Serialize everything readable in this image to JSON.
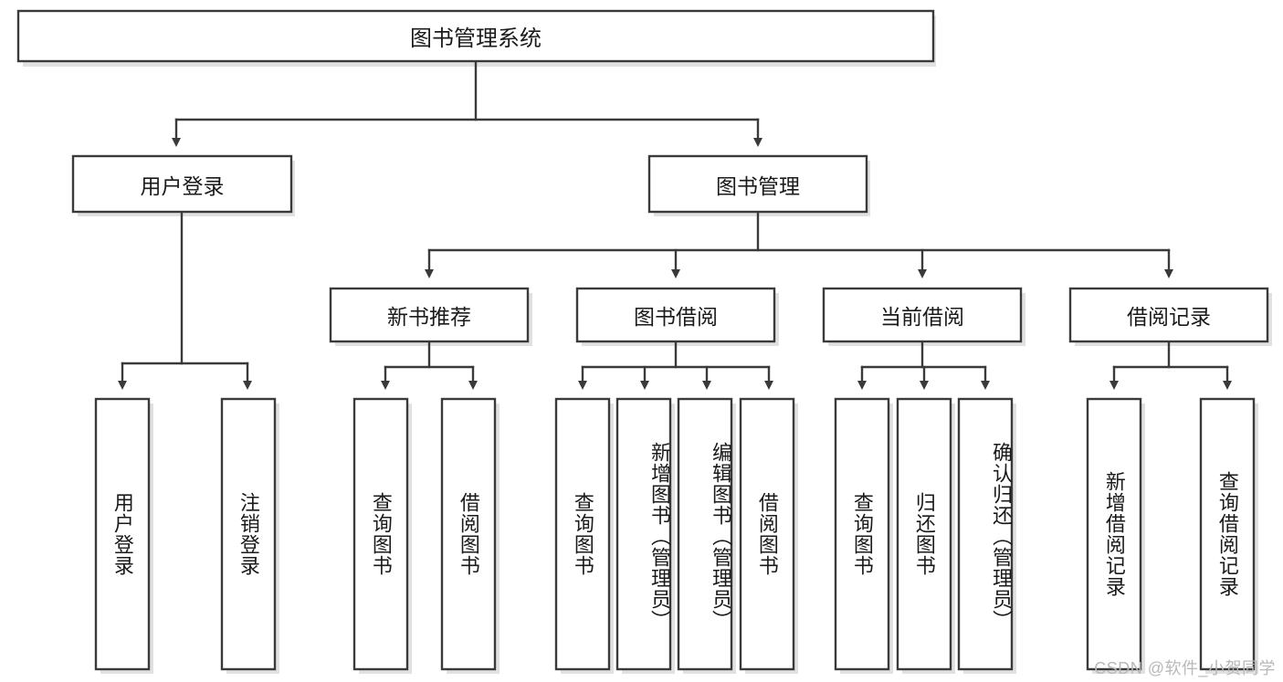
{
  "diagram": {
    "type": "tree",
    "title": "图书管理系统",
    "watermark": "CSDN @软件_小贺同学",
    "levels": {
      "root": {
        "label": "图书管理系统"
      },
      "level2": [
        {
          "label": "用户登录"
        },
        {
          "label": "图书管理"
        }
      ],
      "level3": [
        {
          "label": "新书推荐"
        },
        {
          "label": "图书借阅"
        },
        {
          "label": "当前借阅"
        },
        {
          "label": "借阅记录"
        }
      ]
    },
    "leaves": {
      "user_login": [
        {
          "label": "用户登录"
        },
        {
          "label": "注销登录"
        }
      ],
      "new_book_recommend": [
        {
          "label": "查询图书"
        },
        {
          "label": "借阅图书"
        }
      ],
      "book_borrow": [
        {
          "label": "查询图书"
        },
        {
          "label": "新增图书（管理员）"
        },
        {
          "label": "编辑图书（管理员）"
        },
        {
          "label": "借阅图书"
        }
      ],
      "current_borrow": [
        {
          "label": "查询图书"
        },
        {
          "label": "归还图书"
        },
        {
          "label": "确认归还（管理员）"
        }
      ],
      "borrow_record": [
        {
          "label": "新增借阅记录"
        },
        {
          "label": "查询借阅记录"
        }
      ]
    },
    "colors": {
      "stroke": "#3a3a3a",
      "fill": "#ffffff",
      "text": "#1a1a1a",
      "watermark": "#b9b9b9"
    }
  }
}
